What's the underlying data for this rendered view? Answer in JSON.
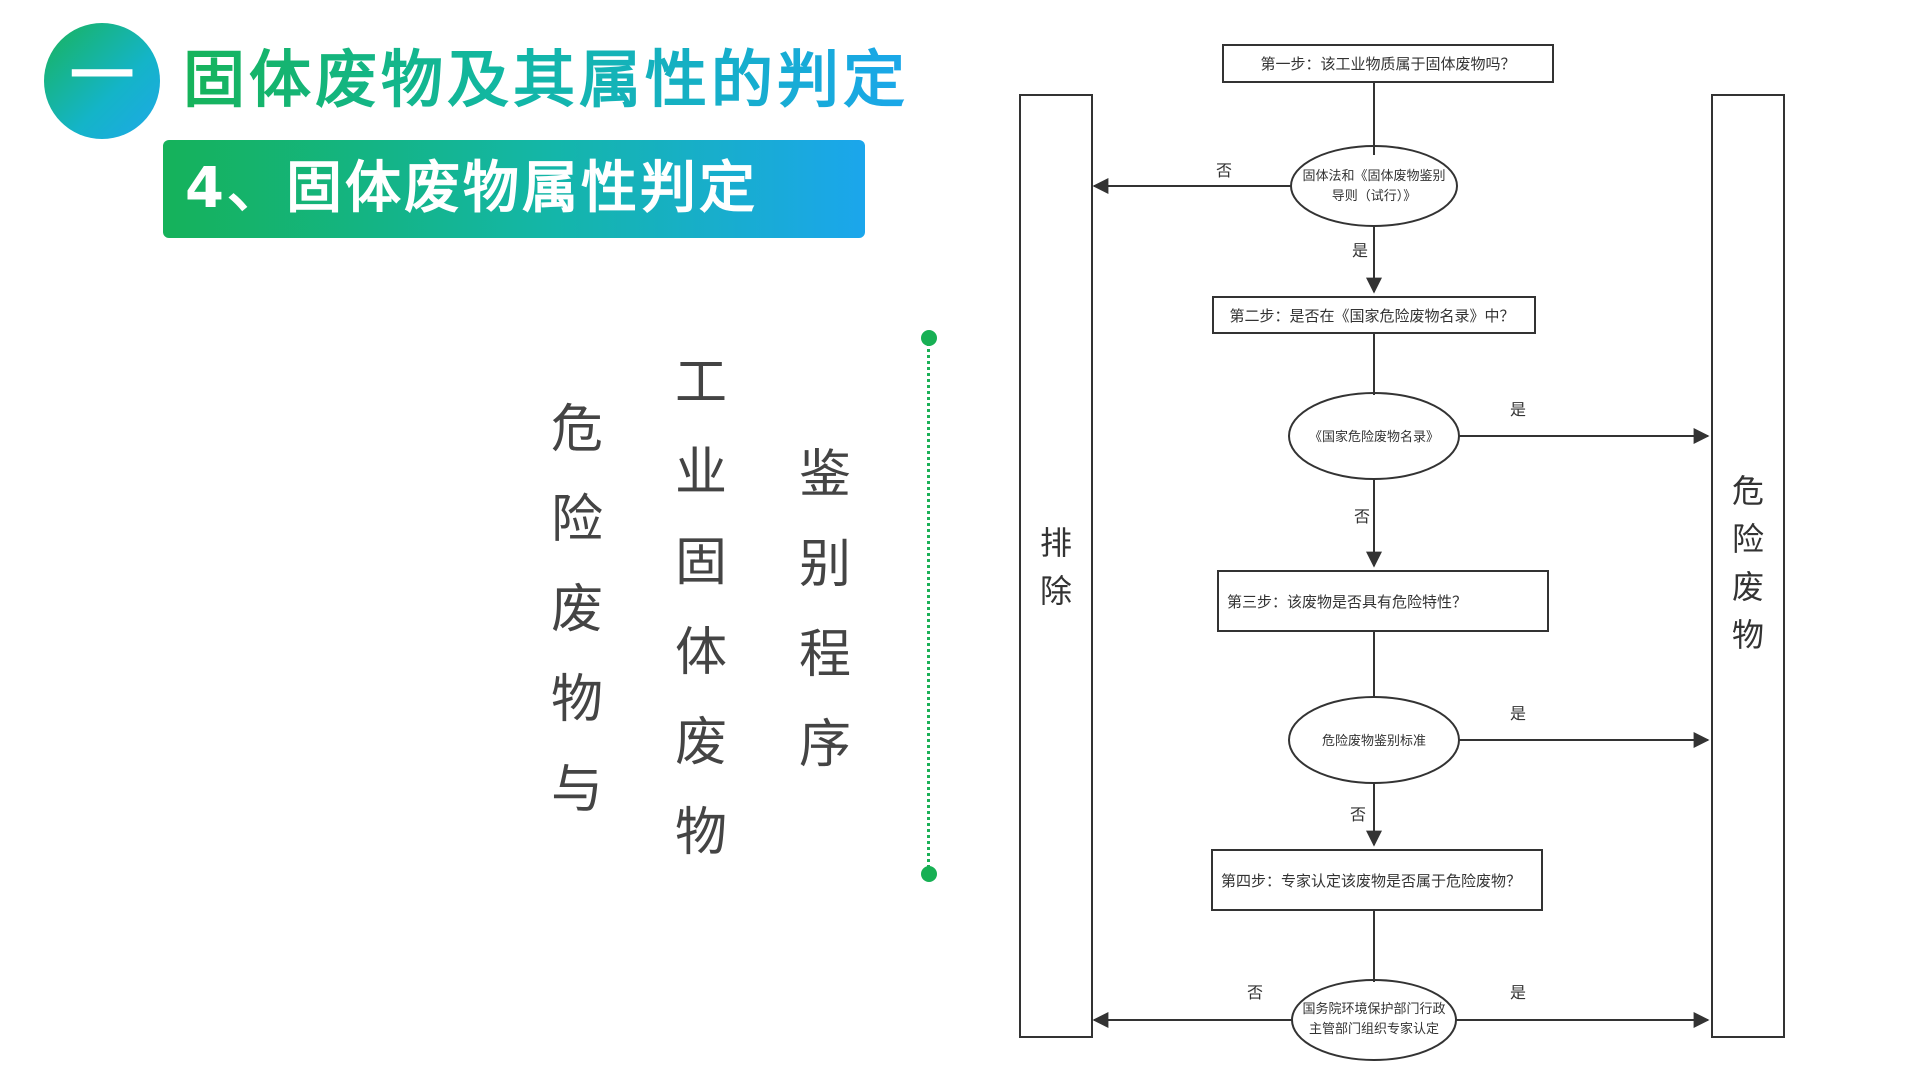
{
  "header": {
    "number": "一",
    "title": "固体废物及其属性的判定",
    "subtitle": "4、固体废物属性判定"
  },
  "vertical_text": {
    "col1": [
      "危",
      "险",
      "废",
      "物",
      "与"
    ],
    "col2": [
      "工",
      "业",
      "固",
      "体",
      "废",
      "物"
    ],
    "col3": [
      "鉴",
      "别",
      "程",
      "序"
    ]
  },
  "flowchart": {
    "step1": "第一步：该工业物质属于固体废物吗？",
    "ellipse1": [
      "固体法和《固体废物鉴别",
      "导则（试行）》"
    ],
    "step2": "第二步：是否在《国家危险废物名录》中？",
    "ellipse2": "《国家危险废物名录》",
    "step3": "第三步：该废物是否具有危险特性？",
    "ellipse3": "危险废物鉴别标准",
    "step4": "第四步：专家认定该废物是否属于危险废物？",
    "ellipse4": [
      "国务院环境保护部门行政",
      "主管部门组织专家认定"
    ],
    "left_box": [
      "排",
      "除"
    ],
    "right_box": [
      "危",
      "险",
      "废",
      "物"
    ],
    "label_yes": "是",
    "label_no": "否"
  },
  "colors": {
    "green": "#16b35a",
    "teal": "#13b6a8",
    "blue": "#1aa7ea",
    "text": "#444444",
    "line": "#333333"
  }
}
